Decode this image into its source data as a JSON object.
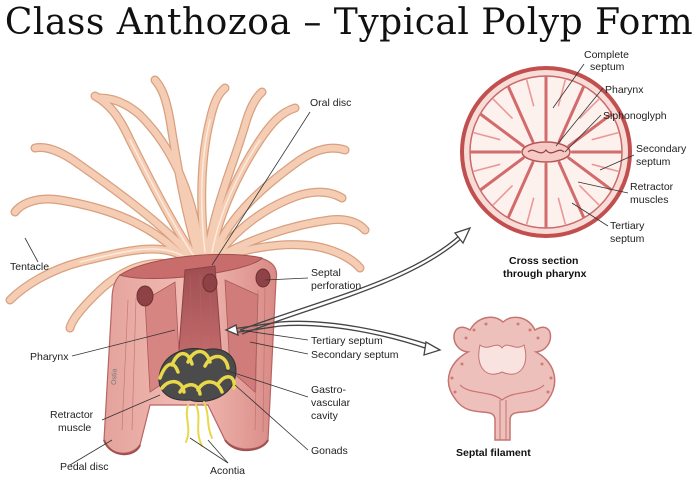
{
  "title": "Class Anthozoa – Typical Polyp Form",
  "labels": {
    "oral_disc": "Oral disc",
    "tentacle": "Tentacle",
    "septal_perforation_1": "Septal",
    "septal_perforation_2": "perforation",
    "pharynx": "Pharynx",
    "tertiary_septum": "Tertiary septum",
    "secondary_septum": "Secondary septum",
    "gastro_1": "Gastro-",
    "gastro_2": "vascular",
    "gastro_3": "cavity",
    "retractor_1": "Retractor",
    "retractor_2": "muscle",
    "gonads": "Gonads",
    "pedal_disc": "Pedal disc",
    "acontia": "Acontia",
    "cs_complete_1": "Complete",
    "cs_complete_2": "septum",
    "cs_pharynx": "Pharynx",
    "cs_siphonoglyph": "Siphonoglyph",
    "cs_secondary_1": "Secondary",
    "cs_secondary_2": "septum",
    "cs_retractor_1": "Retractor",
    "cs_retractor_2": "muscles",
    "cs_tertiary_1": "Tertiary",
    "cs_tertiary_2": "septum",
    "cross_caption_1": "Cross section",
    "cross_caption_2": "through pharynx",
    "septal_filament": "Septal filament",
    "edge_text": "Ostia"
  },
  "colors": {
    "tentacle": "#f4cdb4",
    "tentacle_edge": "#d9a07e",
    "body": "#e59a96",
    "body_dark": "#c96f6e",
    "interior": "#b25a5c",
    "septum": "#f0b8b0",
    "gonad": "#e8d84a",
    "gonad_dark": "#555555",
    "cross_ring": "#c75a5a",
    "cross_fill": "#fbe9e6",
    "filament": "#e8a7a2",
    "line": "#333333"
  }
}
